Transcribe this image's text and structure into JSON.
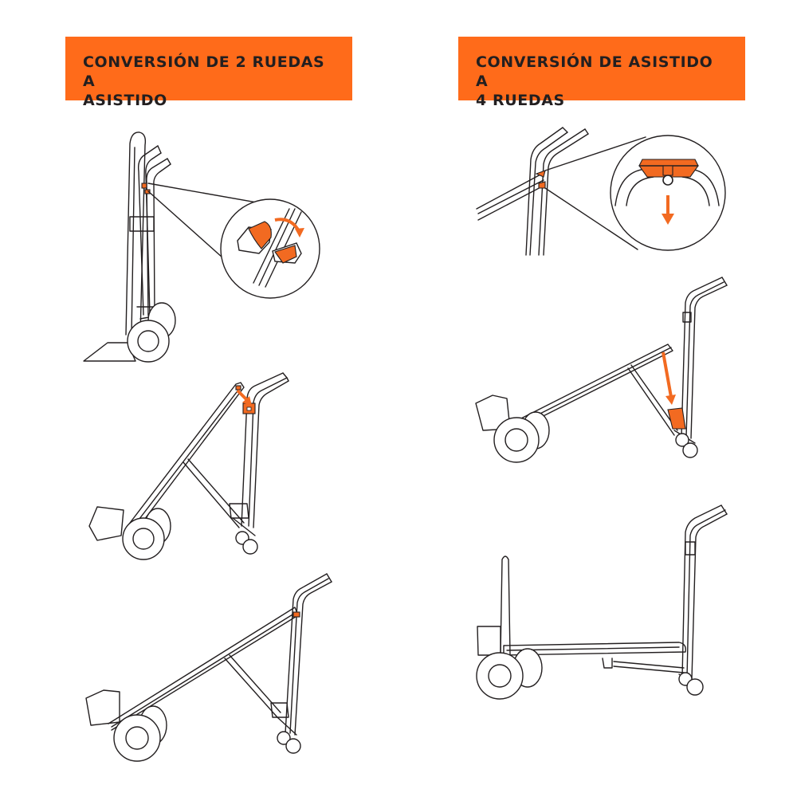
{
  "sections": [
    {
      "title_line1": "CONVERSIÓN DE 2 RUEDAS A",
      "title_line2": "ASISTIDO",
      "steps": [
        {
          "name": "upright-2-wheel-with-latch-detail",
          "detail": "latch-rotate-magnifier"
        },
        {
          "name": "frame-tilted-latch-arrow"
        },
        {
          "name": "assisted-mode-result"
        }
      ]
    },
    {
      "title_line1": "CONVERSIÓN DE ASISTIDO A",
      "title_line2": "4 RUEDAS",
      "steps": [
        {
          "name": "handle-joint-with-release-detail",
          "detail": "release-pull-down-magnifier"
        },
        {
          "name": "frame-lowering-arrow"
        },
        {
          "name": "4-wheel-platform-result"
        }
      ]
    }
  ],
  "colors": {
    "accent": "#ff6b1a",
    "highlight": "#f26a21",
    "line": "#231f20",
    "background": "#ffffff"
  }
}
